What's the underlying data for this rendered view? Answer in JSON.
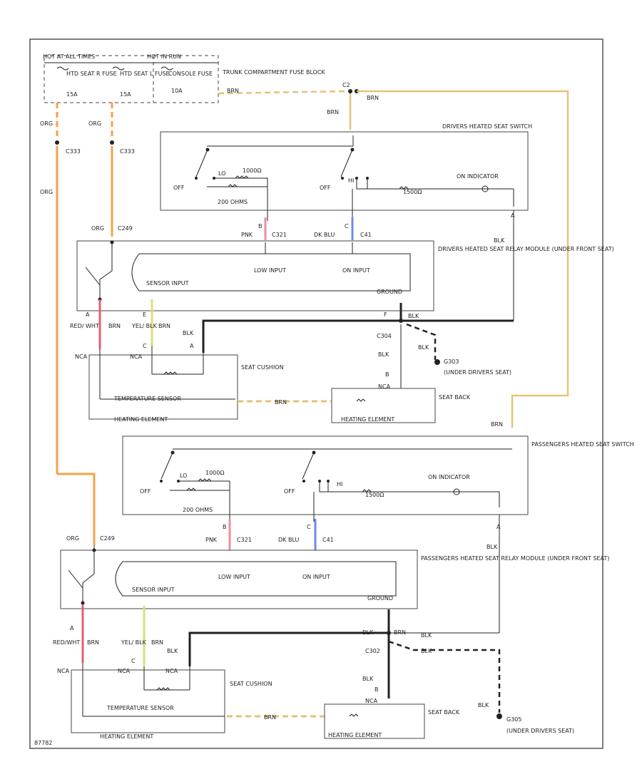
{
  "page_id": "87782",
  "colors": {
    "org": "#f5a24a",
    "brn": "#e6c178",
    "pnk": "#f08c9c",
    "dkblu": "#6c8de6",
    "yel": "#d8e07a",
    "red": "#e06070",
    "blk": "#222222"
  },
  "fuse_block": {
    "hot_label": "HOT AT ALL TIMES",
    "hot_run_label": "HOT IN RUN",
    "fuse_r": "HTD SEAT R FUSE",
    "fuse_r_amp": "15A",
    "fuse_l": "HTD SEAT L FUSE",
    "fuse_l_amp": "15A",
    "console": "CONSOLE FUSE",
    "console_amp": "10A",
    "title": "TRUNK COMPARTMENT FUSE BLOCK"
  },
  "top_connectors": {
    "org1": "ORG",
    "org2": "ORG",
    "org_long": "ORG",
    "c1": "C333",
    "c2": "C333",
    "brn_top": "BRN",
    "brn_right": "BRN",
    "brn_fuse": "BRN",
    "c_top": "C2"
  },
  "driver_switch": {
    "title": "DRIVERS HEATED SEAT SWITCH",
    "off1": "OFF",
    "off2": "OFF",
    "lo": "LO",
    "hi": "HI",
    "lo_val": "1000Ω",
    "hi_val": "1500Ω",
    "indicator": "ON INDICATOR",
    "ohm": "200 OHMS",
    "pin_b": "B",
    "pin_c": "C",
    "pin_a": "A",
    "pnk": "PNK",
    "pnk_c": "C321",
    "dkblu": "DK BLU",
    "dkblu_c": "C41",
    "blk": "BLK"
  },
  "driver_module": {
    "org": "ORG",
    "c": "C249",
    "title": "DRIVERS HEATED SEAT RELAY MODULE (UNDER FRONT SEAT)",
    "low_input": "LOW INPUT",
    "on_input": "ON INPUT",
    "sensor_input": "SENSOR INPUT",
    "ground": "GROUND",
    "pin_a": "A",
    "pin_e": "E",
    "pin_f": "F",
    "red_wht": "RED/ WHT",
    "yel_blk": "YEL/ BLK",
    "wire_a": "A",
    "wire_b": "B",
    "wire_c": "C",
    "blk": "BLK",
    "brn": "BRN",
    "x1": "NCA",
    "x2": "NCA",
    "blk2": "BLK",
    "c304": "C304",
    "blk3": "BLK",
    "blk4": "BLK",
    "brn2": "BRN",
    "g": "G303",
    "g_label": "(UNDER DRIVERS SEAT)",
    "nca": "NCA"
  },
  "driver_seat": {
    "cushion": "SEAT CUSHION",
    "temp": "TEMPERATURE SENSOR",
    "heat1": "HEATING ELEMENT",
    "back": "SEAT BACK",
    "heat2": "HEATING ELEMENT",
    "brn": "BRN"
  },
  "passenger_switch": {
    "title": "PASSENGERS HEATED SEAT SWITCH",
    "brn": "BRN",
    "off1": "OFF",
    "off2": "OFF",
    "lo": "LO",
    "hi": "HI",
    "lo_val": "1000Ω",
    "hi_val": "1500Ω",
    "indicator": "ON INDICATOR",
    "ohm": "200 OHMS",
    "pin_b": "B",
    "pin_c": "C",
    "pin_a": "A",
    "pnk": "PNK",
    "pnk_c": "C321",
    "dkblu": "DK BLU",
    "dkblu_c": "C41",
    "blk": "BLK"
  },
  "passenger_module": {
    "org": "ORG",
    "c": "C249",
    "title": "PASSENGERS HEATED SEAT RELAY MODULE (UNDER FRONT SEAT)",
    "low_input": "LOW INPUT",
    "on_input": "ON INPUT",
    "sensor_input": "SENSOR INPUT",
    "ground": "GROUND",
    "red_wht": "RED/WHT",
    "brn": "BRN",
    "yel_blk": "YEL/ BLK",
    "blk": "BLK",
    "brn2": "BRN",
    "wire_a": "A",
    "wire_b": "B",
    "wire_c": "C",
    "x1": "NCA",
    "x2": "NCA",
    "blk2": "BLK",
    "brn3": "BRN",
    "blk3": "BLK",
    "c302": "C302",
    "blk4": "BLK",
    "blk5": "BLK",
    "g": "G305",
    "g_label": "(UNDER DRIVERS SEAT)",
    "nca": "NCA"
  },
  "passenger_seat": {
    "cushion": "SEAT CUSHION",
    "temp": "TEMPERATURE SENSOR",
    "heat1": "HEATING ELEMENT",
    "back": "SEAT BACK",
    "heat2": "HEATING ELEMENT",
    "brn": "BRN"
  }
}
